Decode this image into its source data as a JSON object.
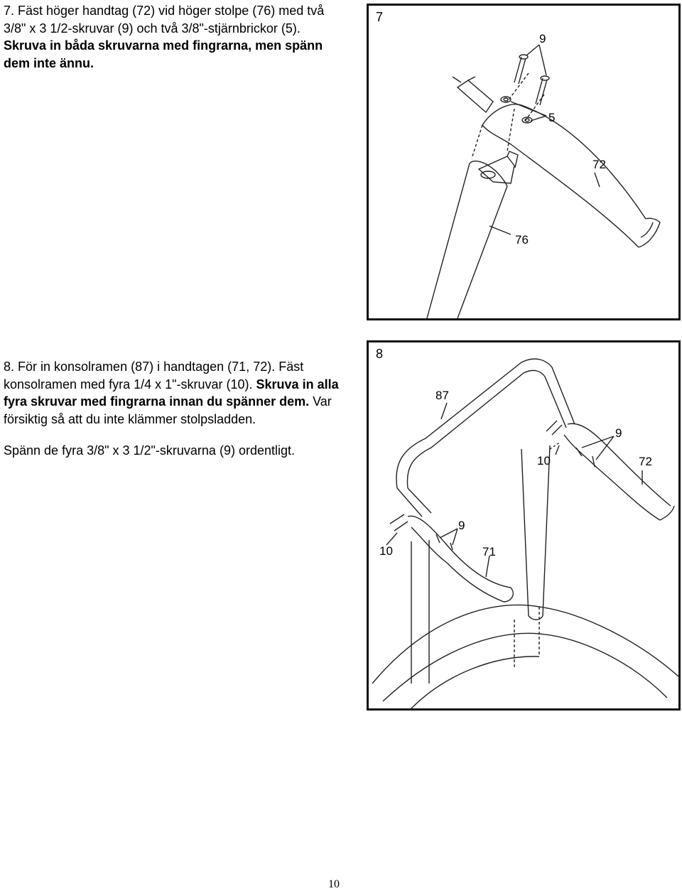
{
  "step7": {
    "line1": "7. Fäst höger handtag (72) vid höger stolpe (76) med två",
    "line2": "3/8\" x 3 1/2-skruvar (9) och två 3/8\"-stjärnbrickor (5).",
    "line3": "Skruva in båda skruvarna med fingrarna, men spänn",
    "line4": "dem inte ännu."
  },
  "step8": {
    "line1": "8. För in konsolramen (87) i handtagen (71, 72). Fäst",
    "line2": "konsolramen med fyra 1/4 x 1\"-skruvar (10).",
    "line2_bold": " Skruva in alla",
    "line3_bold": "fyra skruvar med fingrarna innan du spänner dem.",
    "line3_rest": " Var",
    "line4": "försiktig så att du inte klämmer stolpsladden.",
    "extra": "Spänn de fyra 3/8\" x 3 1/2\"-skruvarna (9) ordentligt."
  },
  "diagram7": {
    "step_number": "7",
    "labels": {
      "screw": "9",
      "washer": "5",
      "handle": "72",
      "upright": "76"
    }
  },
  "diagram8": {
    "step_number": "8",
    "labels": {
      "console_frame": "87",
      "screw_right": "9",
      "bolt_right": "10",
      "handle_right": "72",
      "screw_left": "9",
      "bolt_left": "10",
      "handle_left": "71"
    }
  },
  "page_number": "10"
}
